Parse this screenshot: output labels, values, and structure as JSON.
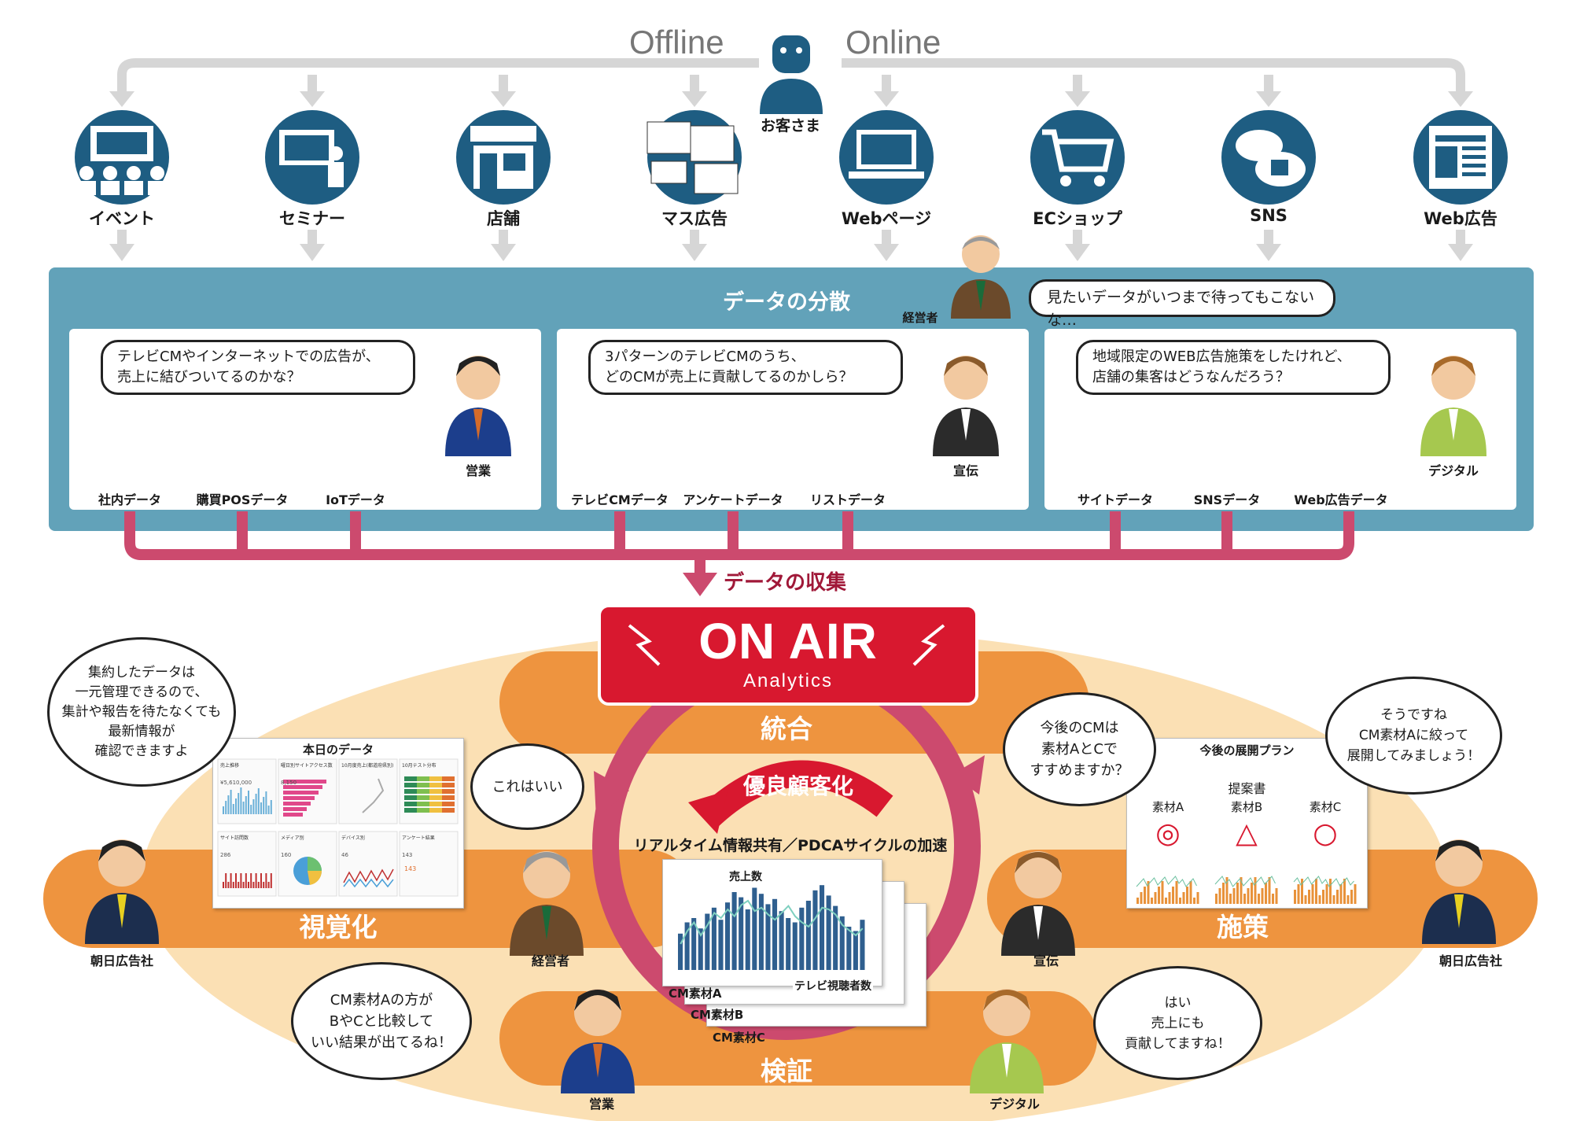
{
  "header": {
    "offline": "Offline",
    "online": "Online",
    "customer": "お客さま"
  },
  "channels": [
    {
      "label": "イベント",
      "icon": "event-icon"
    },
    {
      "label": "セミナー",
      "icon": "seminar-icon"
    },
    {
      "label": "店舗",
      "icon": "store-icon"
    },
    {
      "label": "マス広告",
      "icon": "mass-media-icon"
    },
    {
      "label": "Webページ",
      "icon": "laptop-icon"
    },
    {
      "label": "ECショップ",
      "icon": "shopping-cart-icon"
    },
    {
      "label": "SNS",
      "icon": "sns-chat-icon"
    },
    {
      "label": "Web広告",
      "icon": "web-ad-icon"
    }
  ],
  "dispersion": {
    "title": "データの分散",
    "executive_label": "経営者",
    "executive_speech": "見たいデータがいつまで待ってもこないな…",
    "panels": [
      {
        "speech1": "テレビCMやインターネットでの広告が、",
        "speech2": "売上に結びついてるのかな？",
        "person": "営業",
        "sources": [
          "社内データ",
          "購買POSデータ",
          "IoTデータ"
        ]
      },
      {
        "speech1": "3パターンのテレビCMのうち、",
        "speech2": "どのCMが売上に貢献してるのかしら？",
        "person": "宣伝",
        "sources": [
          "テレビCMデータ",
          "アンケートデータ",
          "リストデータ"
        ]
      },
      {
        "speech1": "地域限定のWEB広告施策をしたけれど、",
        "speech2": "店舗の集客はどうなんだろう？",
        "person": "デジタル",
        "sources": [
          "サイトデータ",
          "SNSデータ",
          "Web広告データ"
        ]
      }
    ]
  },
  "collect_label": "データの収集",
  "brand": {
    "name": "ON AIR",
    "sub": "Analytics"
  },
  "cycle": {
    "integrate": "統合",
    "visualize": "視覚化",
    "measure": "施策",
    "verify": "検証",
    "core": "優良顧客化",
    "realtime": "リアルタイム情報共有／PDCAサイクルの加速"
  },
  "dashboard": {
    "title": "本日のデータ",
    "tiles": [
      "売上推移",
      "曜日別サイトアクセス数",
      "10月度売上(都道府県別)",
      "10月テスト分布",
      "サイト訪問数",
      "メディア別",
      "デバイス別",
      "アンケート結果"
    ],
    "values": [
      "¥5,610,000",
      "8,150",
      "286",
      "160",
      "46",
      "143"
    ]
  },
  "plan": {
    "title": "今後の展開プラン",
    "proposal": "提案書",
    "materials": [
      {
        "label": "素材A",
        "mark": "◎"
      },
      {
        "label": "素材B",
        "mark": "△"
      },
      {
        "label": "素材C",
        "mark": "○"
      }
    ]
  },
  "report": {
    "sales": "売上数",
    "tv": "テレビ視聴者数",
    "cards": [
      "CM素材A",
      "CM素材B",
      "CM素材C"
    ],
    "bars": [
      42,
      55,
      60,
      48,
      65,
      72,
      58,
      78,
      90,
      84,
      70,
      95,
      88,
      76,
      82,
      68,
      60,
      55,
      72,
      80,
      92,
      98,
      86,
      74,
      62,
      50,
      45,
      58
    ],
    "line": [
      30,
      45,
      55,
      40,
      52,
      66,
      60,
      70,
      62,
      75,
      80,
      68,
      72,
      64,
      58,
      66,
      74,
      62,
      55,
      50,
      60,
      72,
      70,
      64,
      52,
      46,
      40,
      48
    ]
  },
  "people": {
    "agency": "朝日広告社",
    "executive": "経営者",
    "pr": "宣伝",
    "sales": "営業",
    "digital": "デジタル"
  },
  "speech": {
    "agency_left": [
      "集約したデータは",
      "一元管理できるので、",
      "集計や報告を待たなくても",
      "最新情報が",
      "確認できますよ"
    ],
    "executive": [
      "これはいい"
    ],
    "pr": [
      "今後のCMは",
      "素材AとCで",
      "すすめますか？"
    ],
    "agency_right": [
      "そうですね",
      "CM素材Aに絞って",
      "展開してみましょう！"
    ],
    "sales": [
      "CM素材Aの方が",
      "BやCと比較して",
      "いい結果が出てるね！"
    ],
    "digital": [
      "はい",
      "売上にも",
      "貢献してますね！"
    ]
  },
  "colors": {
    "navy": "#1e5d82",
    "teal_panel": "#62a2b9",
    "magenta": "#cc4a6e",
    "red": "#d8182f",
    "orange": "#ee943f",
    "beige": "#fbe0b4",
    "gray_arrow": "#d6d6d6"
  }
}
